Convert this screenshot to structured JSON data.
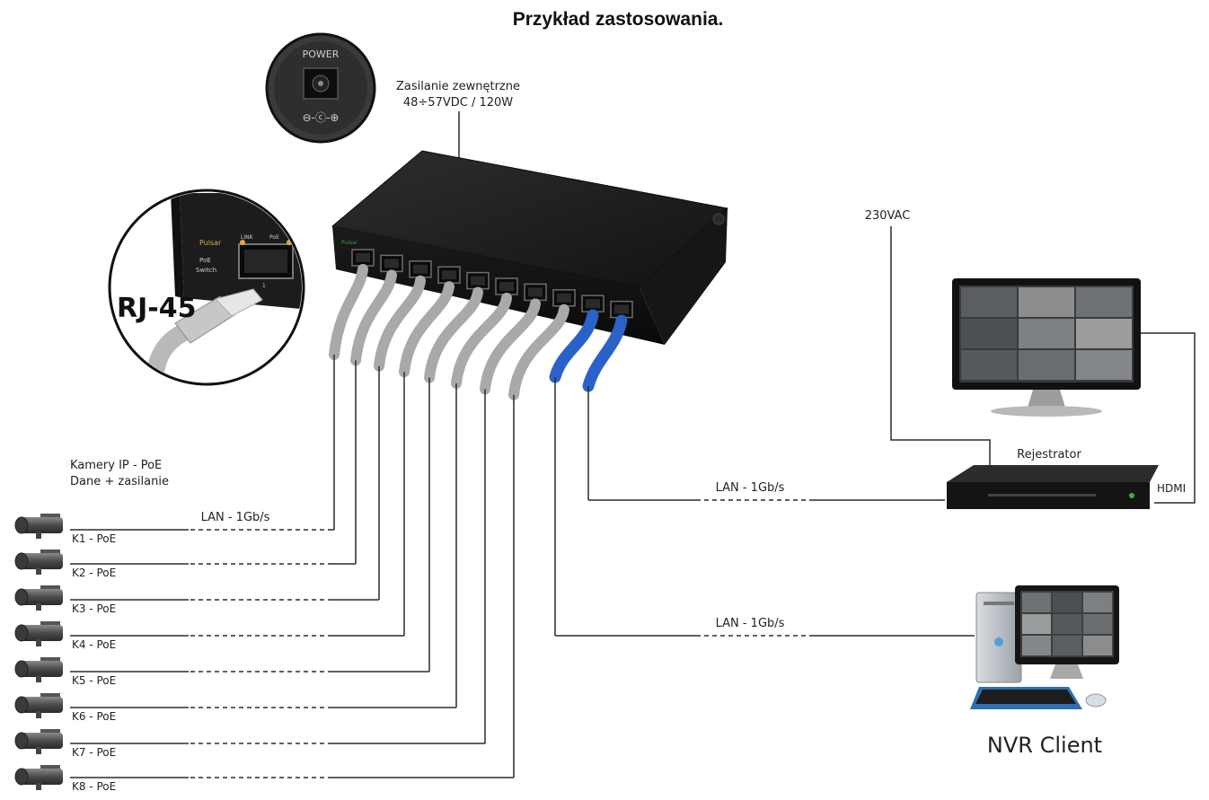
{
  "title": "Przykład zastosowania.",
  "power": {
    "socket_label": "POWER",
    "polarity_symbol": "⊖-ⓒ-⊕",
    "caption_line1": "Zasilanie zewnętrzne",
    "caption_line2": "48÷57VDC / 120W"
  },
  "rj45": {
    "label": "RJ-45",
    "panel_brand": "Pulsar",
    "panel_link": "LINK",
    "panel_poe": "PoE",
    "panel_poe2": "PoE",
    "panel_switch": "Switch",
    "panel_port": "1"
  },
  "cameras": {
    "header_line1": "Kamery IP - PoE",
    "header_line2": "Dane + zasilanie",
    "lan_label": "LAN - 1Gb/s",
    "items": [
      "K1 - PoE",
      "K2 - PoE",
      "K3 - PoE",
      "K4 - PoE",
      "K5 - PoE",
      "K6 - PoE",
      "K7 - PoE",
      "K8 - PoE"
    ]
  },
  "recorder": {
    "power_label": "230VAC",
    "name": "Rejestrator",
    "lan_label": "LAN - 1Gb/s",
    "hdmi_label": "HDMI"
  },
  "client": {
    "lan_label": "LAN - 1Gb/s",
    "name": "NVR Client"
  },
  "colors": {
    "gray_cable": "#a9a9a9",
    "blue_cable": "#2a62c9",
    "switch_body": "#1d1d1d",
    "line": "#2b2b2b"
  }
}
